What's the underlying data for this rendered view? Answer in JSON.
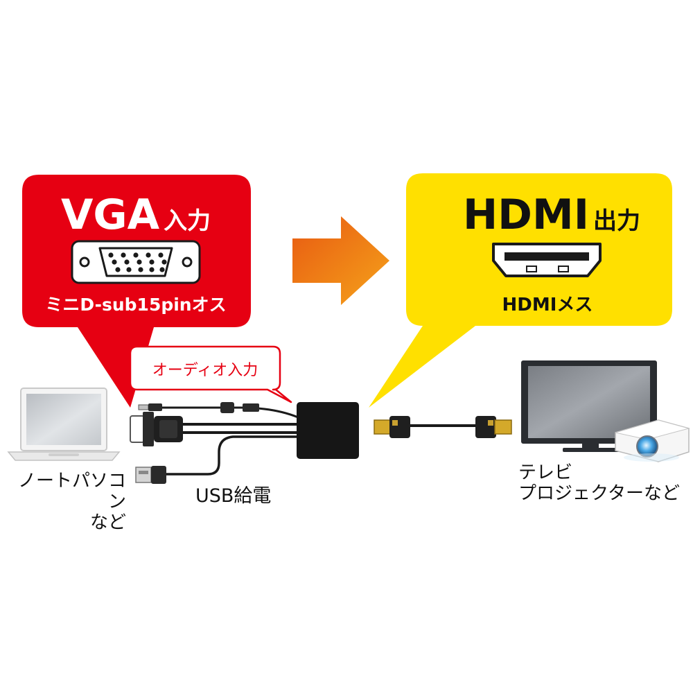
{
  "input_bubble": {
    "title_main": "VGA",
    "title_suffix": "入力",
    "connector_label": "ミニD-sub15pinオス",
    "color": "#e60012"
  },
  "output_bubble": {
    "title_main": "HDMI",
    "title_suffix": "出力",
    "connector_label": "HDMIメス",
    "color": "#ffe000"
  },
  "audio_label": "オーディオ入力",
  "usb_label": "USB給電",
  "source_label": {
    "line1": "ノートパソコン",
    "line2": "など"
  },
  "target_label": {
    "line1": "テレビ",
    "line2": "プロジェクターなど"
  },
  "arrow_colors": [
    "#e85a12",
    "#f5a31a"
  ]
}
